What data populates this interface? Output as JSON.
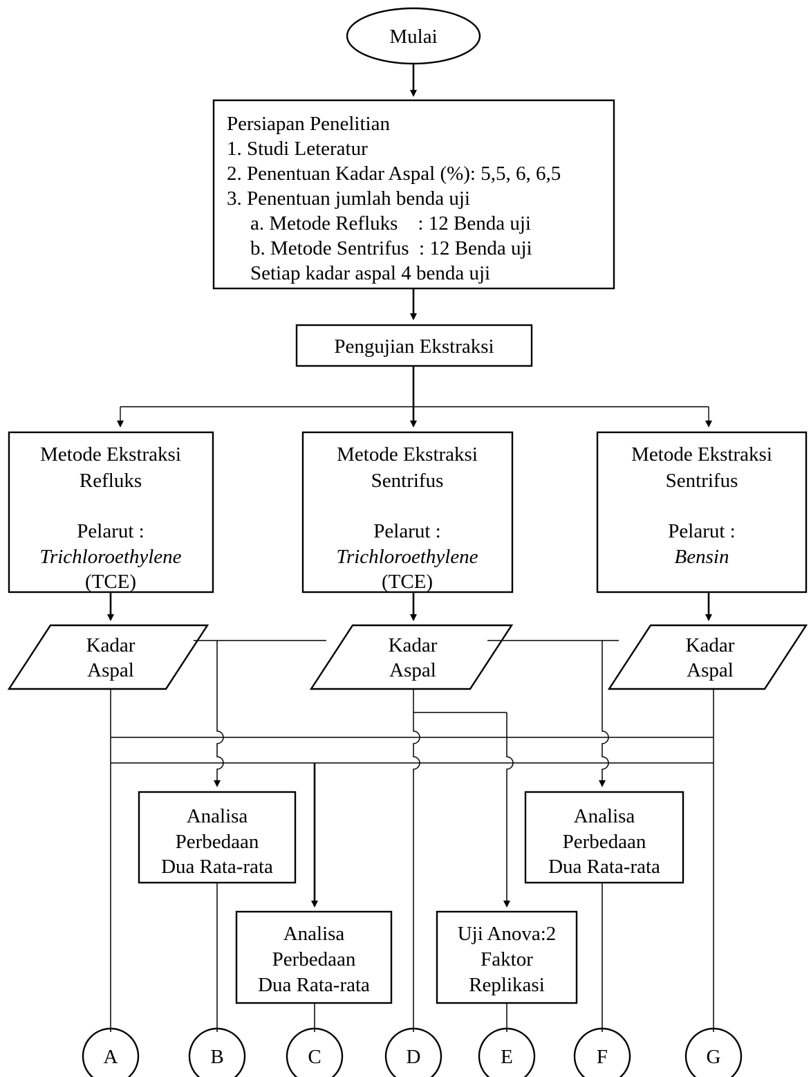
{
  "start": {
    "label": "Mulai"
  },
  "preparation": {
    "lines": [
      "Persiapan Penelitian",
      "1. Studi Leteratur",
      "2. Penentuan Kadar Aspal (%): 5,5, 6, 6,5",
      "3. Penentuan jumlah benda uji",
      "a. Metode Refluks    : 12 Benda uji",
      "b. Metode Sentrifus  : 12 Benda uji",
      "Setiap kadar aspal 4 benda uji"
    ]
  },
  "extraction_test": {
    "label": "Pengujian Ekstraksi"
  },
  "methods": [
    {
      "line1": "Metode Ekstraksi",
      "line2": "Refluks",
      "solvent_label": "Pelarut :",
      "solvent": "Trichloroethylene",
      "solvent_abbr": "(TCE)"
    },
    {
      "line1": "Metode Ekstraksi",
      "line2": "Sentrifus",
      "solvent_label": "Pelarut :",
      "solvent": "Trichloroethylene",
      "solvent_abbr": "(TCE)"
    },
    {
      "line1": "Metode Ekstraksi",
      "line2": "Sentrifus",
      "solvent_label": "Pelarut :",
      "solvent": "Bensin",
      "solvent_abbr": ""
    }
  ],
  "outputs": [
    {
      "line1": "Kadar",
      "line2": "Aspal"
    },
    {
      "line1": "Kadar",
      "line2": "Aspal"
    },
    {
      "line1": "Kadar",
      "line2": "Aspal"
    }
  ],
  "analyses": {
    "left": {
      "line1": "Analisa",
      "line2": "Perbedaan",
      "line3": "Dua Rata-rata"
    },
    "center": {
      "line1": "Analisa",
      "line2": "Perbedaan",
      "line3": "Dua Rata-rata"
    },
    "right": {
      "line1": "Analisa",
      "line2": "Perbedaan",
      "line3": "Dua Rata-rata"
    },
    "anova": {
      "line1": "Uji Anova:2",
      "line2": "Faktor",
      "line3": "Replikasi"
    }
  },
  "connectors": [
    "A",
    "B",
    "C",
    "D",
    "E",
    "F",
    "G"
  ]
}
